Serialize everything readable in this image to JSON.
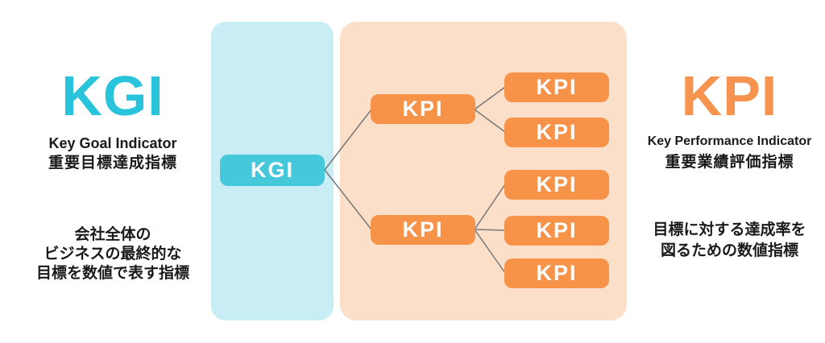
{
  "left": {
    "title": "KGI",
    "subtitle_en": "Key Goal Indicator",
    "subtitle_jp": "重要目標達成指標",
    "description_lines": [
      "会社全体の",
      "ビジネスの最終的な",
      "目標を数値で表す指標"
    ]
  },
  "right": {
    "title": "KPI",
    "subtitle_en": "Key Performance Indicator",
    "subtitle_jp": "重要業績評価指標",
    "description_lines": [
      "目標に対する達成率を",
      "図るための数値指標"
    ]
  },
  "diagram": {
    "root_label": "KGI",
    "level1_labels": [
      "KPI",
      "KPI"
    ],
    "level2_labels": [
      "KPI",
      "KPI",
      "KPI",
      "KPI",
      "KPI"
    ]
  },
  "colors": {
    "cyan_accent": "#29C3DC",
    "cyan_node": "#44C8DA",
    "cyan_panel": "#C9EDF4",
    "orange_accent": "#F6944F",
    "orange_node": "#F79249",
    "orange_panel": "#FBDFC8",
    "connector": "#777777",
    "text": "#1A1A1A"
  }
}
